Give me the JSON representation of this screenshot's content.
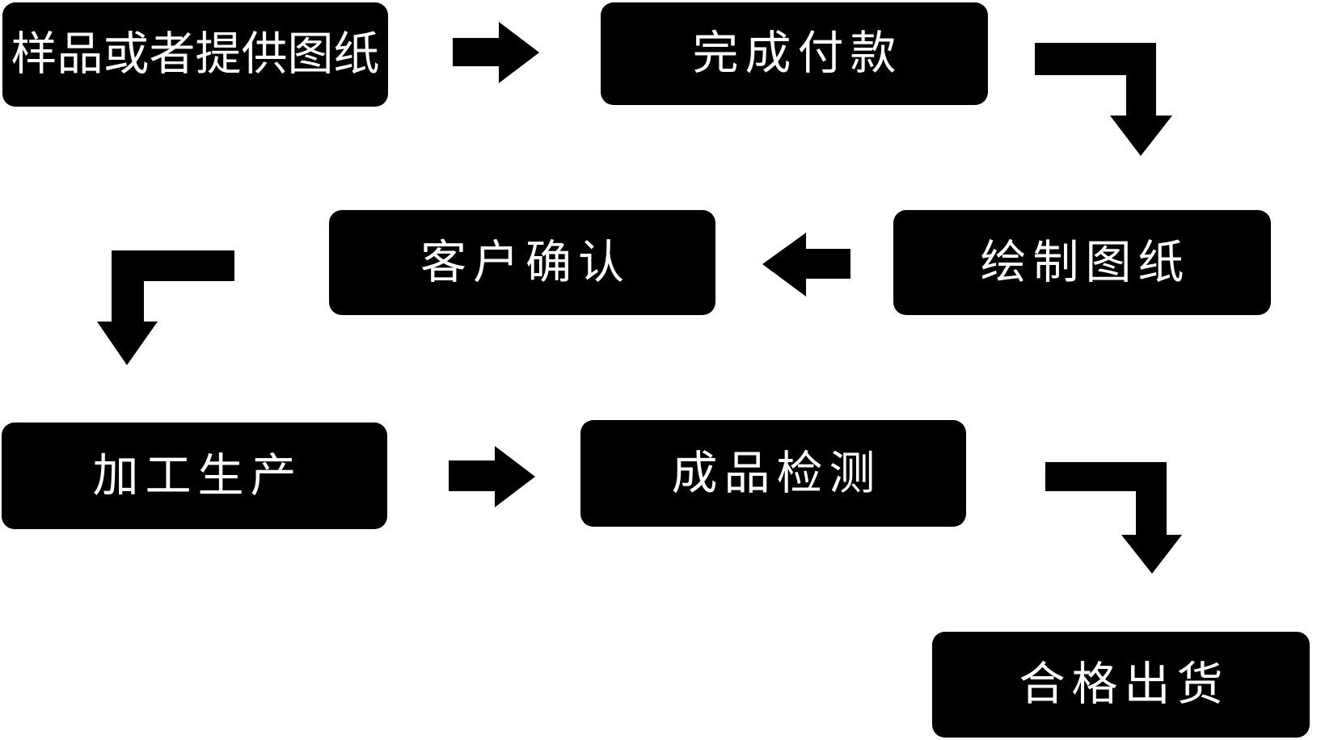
{
  "page": {
    "background_color": "#ffffff"
  },
  "flowchart": {
    "node_fill_color": "#000000",
    "node_text_color": "#ffffff",
    "arrow_color": "#000000",
    "nodes": [
      {
        "id": "sample-or-drawing",
        "label": "样品或者提供图纸"
      },
      {
        "id": "complete-payment",
        "label": "完成付款"
      },
      {
        "id": "draw-drawings",
        "label": "绘制图纸"
      },
      {
        "id": "customer-confirm",
        "label": "客户确认"
      },
      {
        "id": "processing-production",
        "label": "加工生产"
      },
      {
        "id": "finished-inspection",
        "label": "成品检测"
      },
      {
        "id": "qualified-shipment",
        "label": "合格出货"
      }
    ],
    "connectors": [
      {
        "from": "样品或者提供图纸",
        "to": "完成付款",
        "icon": "arrow-right-icon"
      },
      {
        "from": "完成付款",
        "to": "绘制图纸",
        "icon": "arrow-elbow-down-right-icon"
      },
      {
        "from": "绘制图纸",
        "to": "客户确认",
        "icon": "arrow-left-icon"
      },
      {
        "from": "客户确认",
        "to": "加工生产",
        "icon": "arrow-elbow-down-left-icon"
      },
      {
        "from": "加工生产",
        "to": "成品检测",
        "icon": "arrow-right-icon"
      },
      {
        "from": "成品检测",
        "to": "合格出货",
        "icon": "arrow-elbow-down-right-icon"
      }
    ]
  }
}
